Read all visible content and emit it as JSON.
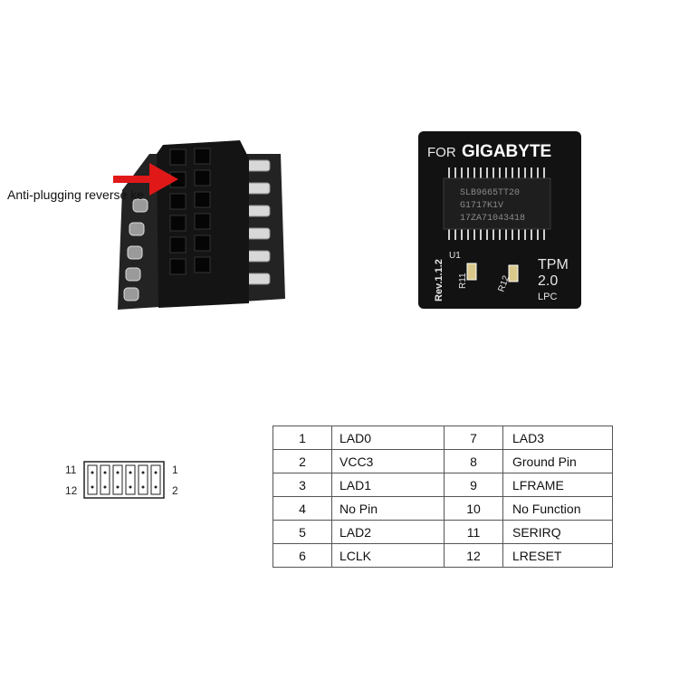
{
  "connector_photo": {
    "callout_text": "Anti-plugging reverse ke",
    "arrow_color": "#e01818"
  },
  "tpm_module": {
    "brand_prefix": "FOR",
    "brand": "GIGABYTE",
    "chip_lines": [
      "SLB9665TT20",
      "G1717K1V",
      "17ZA71043418"
    ],
    "revision": "Rev.1.1.2",
    "u1": "U1",
    "r11": "R11",
    "r12": "R12",
    "tpm_label": "TPM",
    "version": "2.0",
    "interface": "LPC"
  },
  "header_diagram": {
    "pin_top_left": "11",
    "pin_bottom_left": "12",
    "pin_top_right": "1",
    "pin_bottom_right": "2"
  },
  "pin_table": {
    "rows": [
      {
        "pin_a": "1",
        "signal_a": "LAD0",
        "pin_b": "7",
        "signal_b": "LAD3"
      },
      {
        "pin_a": "2",
        "signal_a": "VCC3",
        "pin_b": "8",
        "signal_b": "Ground Pin"
      },
      {
        "pin_a": "3",
        "signal_a": "LAD1",
        "pin_b": "9",
        "signal_b": "LFRAME"
      },
      {
        "pin_a": "4",
        "signal_a": "No Pin",
        "pin_b": "10",
        "signal_b": "No Function"
      },
      {
        "pin_a": "5",
        "signal_a": "LAD2",
        "pin_b": "11",
        "signal_b": "SERIRQ"
      },
      {
        "pin_a": "6",
        "signal_a": "LCLK",
        "pin_b": "12",
        "signal_b": "LRESET"
      }
    ]
  }
}
